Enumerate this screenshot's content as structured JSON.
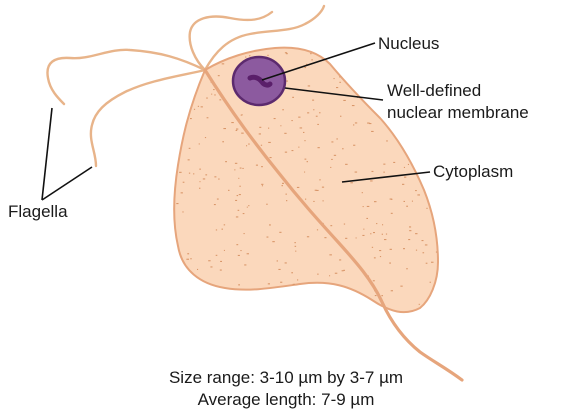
{
  "labels": {
    "nucleus": "Nucleus",
    "membrane_line1": "Well-defined",
    "membrane_line2": "nuclear membrane",
    "cytoplasm": "Cytoplasm",
    "flagella": "Flagella"
  },
  "caption": {
    "line1": "Size range: 3-10 µm by 3-7 µm",
    "line2": "Average length: 7-9 µm"
  },
  "colors": {
    "cytoplasm_fill": "#fbd8bc",
    "body_outline": "#e6a57c",
    "flagellum": "#e8b48a",
    "nucleus_fill": "#8c5a9f",
    "nucleus_outline": "#5c2a6e",
    "karyosome": "#5a1f6a",
    "granules": "#d9976a"
  }
}
